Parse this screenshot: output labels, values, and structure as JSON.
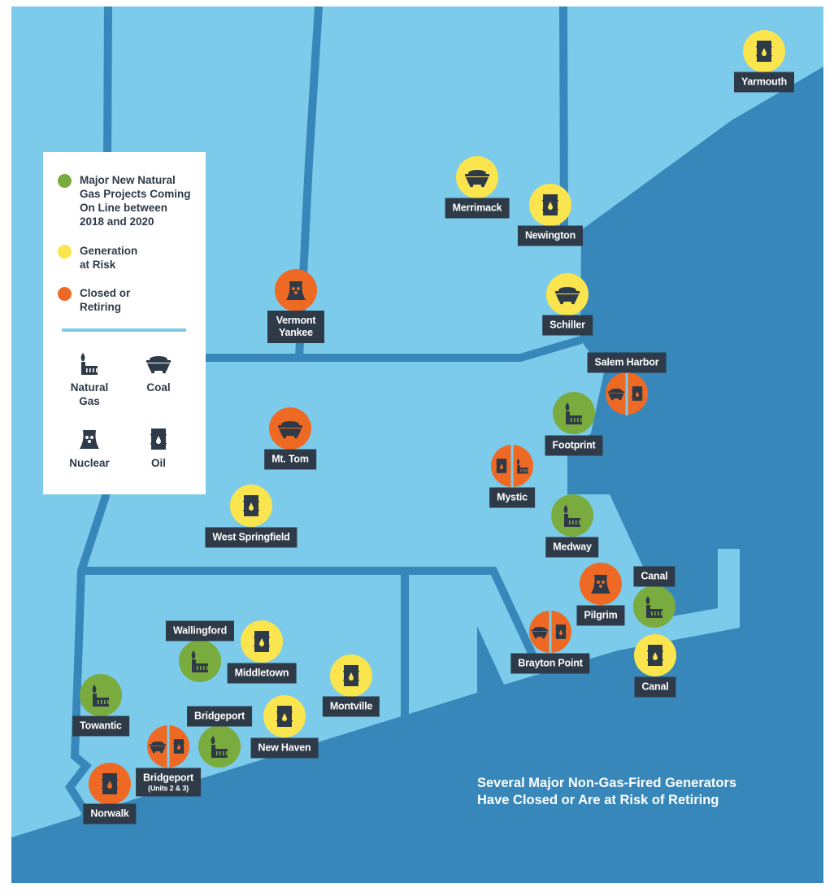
{
  "title": [
    "Several Major Non-Gas-Fired Generators",
    "Have Closed or Are at Risk of Retiring"
  ],
  "colors": {
    "land": "#7ccbeb",
    "water": "#3787ba",
    "label_bg": "#2e3a47",
    "new_gas": "#7aab3f",
    "at_risk": "#fbe54f",
    "closed": "#ee6a24"
  },
  "legend": {
    "status": [
      {
        "key": "new_gas",
        "lines": [
          "Major New Natural",
          "Gas Projects Coming",
          "On Line between",
          "2018 and 2020"
        ]
      },
      {
        "key": "at_risk",
        "lines": [
          "Generation",
          "at Risk"
        ]
      },
      {
        "key": "closed",
        "lines": [
          "Closed or",
          "Retiring"
        ]
      }
    ],
    "fuels": [
      {
        "key": "gas",
        "lines": [
          "Natural",
          "Gas"
        ]
      },
      {
        "key": "coal",
        "lines": [
          "Coal"
        ]
      },
      {
        "key": "nuclear",
        "lines": [
          "Nuclear"
        ]
      },
      {
        "key": "oil",
        "lines": [
          "Oil"
        ]
      }
    ]
  },
  "plants": [
    {
      "name": "Yarmouth",
      "status": "at_risk",
      "fuels": [
        "oil"
      ]
    },
    {
      "name": "Merrimack",
      "status": "at_risk",
      "fuels": [
        "coal"
      ]
    },
    {
      "name": "Newington",
      "status": "at_risk",
      "fuels": [
        "oil"
      ]
    },
    {
      "name": "Schiller",
      "status": "at_risk",
      "fuels": [
        "coal"
      ]
    },
    {
      "name": "Vermont Yankee",
      "status": "closed",
      "fuels": [
        "nuclear"
      ]
    },
    {
      "name": "Salem Harbor",
      "status": "closed",
      "fuels": [
        "coal",
        "oil"
      ]
    },
    {
      "name": "Footprint",
      "status": "new_gas",
      "fuels": [
        "gas"
      ]
    },
    {
      "name": "Mt. Tom",
      "status": "closed",
      "fuels": [
        "coal"
      ]
    },
    {
      "name": "Mystic",
      "status": "closed",
      "fuels": [
        "oil",
        "gas"
      ]
    },
    {
      "name": "West Springfield",
      "status": "at_risk",
      "fuels": [
        "oil"
      ]
    },
    {
      "name": "Medway",
      "status": "new_gas",
      "fuels": [
        "gas"
      ]
    },
    {
      "name": "Pilgrim",
      "status": "closed",
      "fuels": [
        "nuclear"
      ]
    },
    {
      "name": "Canal",
      "status": "new_gas",
      "fuels": [
        "gas"
      ]
    },
    {
      "name": "Brayton Point",
      "status": "closed",
      "fuels": [
        "coal",
        "oil"
      ]
    },
    {
      "name": "Canal",
      "status": "at_risk",
      "fuels": [
        "oil"
      ]
    },
    {
      "name": "Wallingford",
      "status": "new_gas",
      "fuels": [
        "gas"
      ]
    },
    {
      "name": "Middletown",
      "status": "at_risk",
      "fuels": [
        "oil"
      ]
    },
    {
      "name": "Montville",
      "status": "at_risk",
      "fuels": [
        "oil"
      ]
    },
    {
      "name": "Towantic",
      "status": "new_gas",
      "fuels": [
        "gas"
      ]
    },
    {
      "name": "Bridgeport",
      "status": "new_gas",
      "fuels": [
        "gas"
      ]
    },
    {
      "name": "New Haven",
      "status": "at_risk",
      "fuels": [
        "oil"
      ]
    },
    {
      "name": "Bridgeport",
      "note": "(Units 2 & 3)",
      "status": "closed",
      "fuels": [
        "coal",
        "oil"
      ]
    },
    {
      "name": "Norwalk",
      "status": "closed",
      "fuels": [
        "oil"
      ]
    }
  ]
}
